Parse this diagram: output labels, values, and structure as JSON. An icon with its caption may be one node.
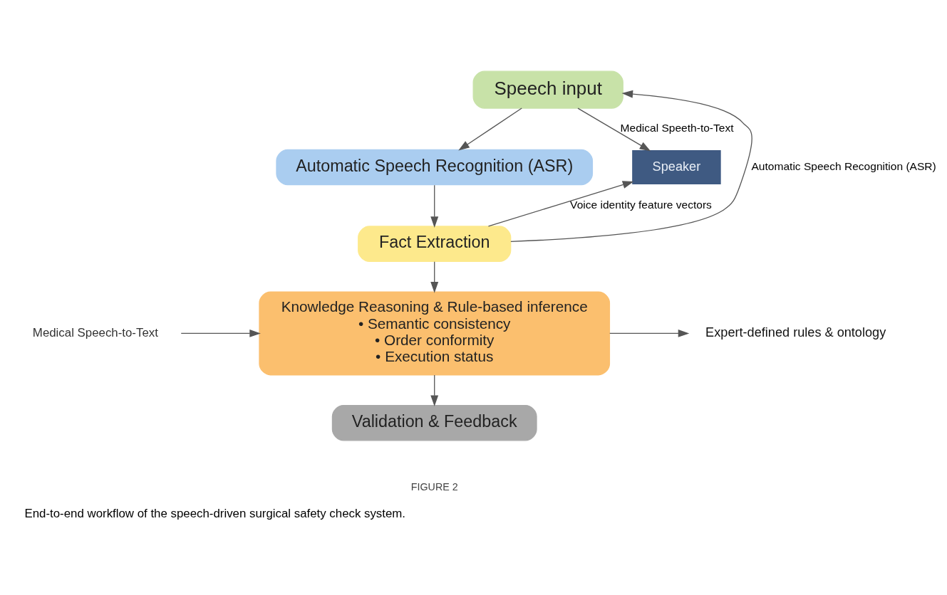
{
  "diagram": {
    "caption": "End-to-end workflow of the speech-driven surgical safety check system.",
    "nodes": [
      {
        "text": [
          "Speech input"
        ]
      },
      {
        "text": [
          "Automatic Speech Recognition (ASR)"
        ]
      },
      {
        "text": [
          "Speaker"
        ]
      },
      {
        "text": [
          "Fact Extraction"
        ]
      },
      {
        "text": [
          "Medical Speech-to-Text"
        ]
      },
      {
        "text": [
          "Knowledge Reasoning & Rule-based inference",
          "• Semantic consistency",
          "• Order conformity",
          "• Execution status"
        ]
      },
      {
        "text": [
          "Expert-defined rules & ontology"
        ]
      },
      {
        "text": [
          "Validation & Feedback"
        ]
      }
    ],
    "edges": [
      {
        "from": 0,
        "to": 1,
        "arrow": "to"
      },
      {
        "from": 1,
        "to": 3,
        "arrow": "to"
      },
      {
        "from": 3,
        "to": 0,
        "arrow": "to",
        "label": "Automatic Speech Recognition (ASR)"
      },
      {
        "from": 0,
        "to": 2,
        "arrow": "to",
        "label": "Medical Speeth-to-Text"
      },
      {
        "from": 3,
        "to": 2,
        "arrow": "to",
        "label": "Voice identity feature vectors"
      },
      {
        "from": 3,
        "to": 5,
        "arrow": "to"
      },
      {
        "from": 4,
        "to": 5,
        "arrow": "to"
      },
      {
        "from": 5,
        "to": 6,
        "arrow": "to"
      },
      {
        "from": 5,
        "to": 7,
        "arrow": "to"
      }
    ],
    "labels": [
      "FIGURE 2"
    ]
  }
}
